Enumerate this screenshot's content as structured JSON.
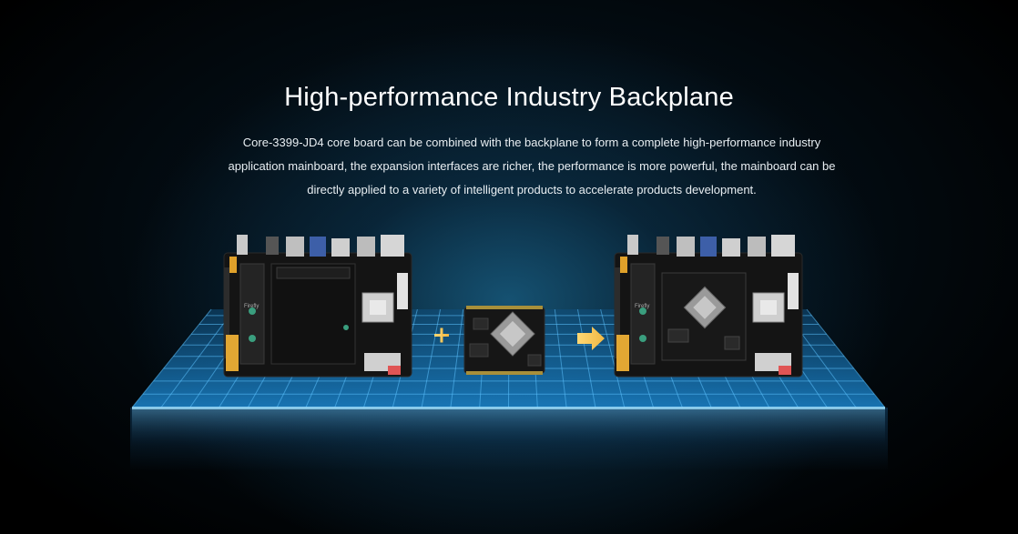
{
  "header": {
    "title": "High-performance Industry Backplane",
    "description": "Core-3399-JD4 core board can be combined with the backplane to form a complete high-performance industry application mainboard, the expansion interfaces are richer, the performance is more powerful, the mainboard can be directly applied to a variety of intelligent products to accelerate products development."
  },
  "scene": {
    "left_board_logo": "Firefly",
    "right_board_logo": "Firefly",
    "plus_icon": "plus-icon",
    "arrow_icon": "arrow-right-icon"
  },
  "colors": {
    "background": "#000000",
    "glow": "#1b6c96",
    "grid_line": "#3fb0ff",
    "board": "#1a1a1a",
    "symbol": "#f2c45a"
  }
}
